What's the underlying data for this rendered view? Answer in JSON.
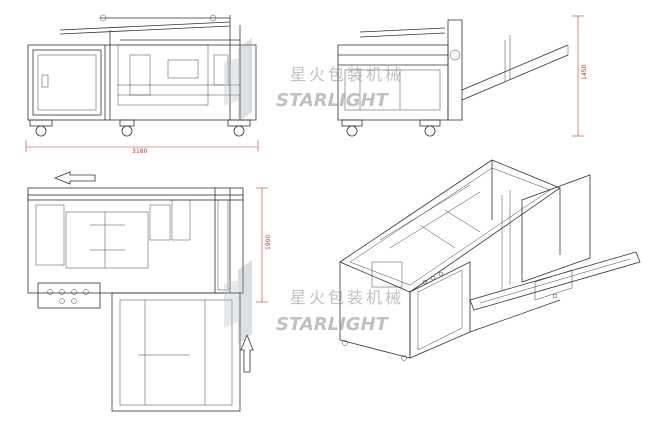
{
  "dimensions": {
    "front_width": "3180",
    "side_height": "1450",
    "top_depth": "1900"
  },
  "watermark": {
    "cn": "星火包装机械",
    "en": "STARLIGHT",
    "color": "#8a9096"
  },
  "colors": {
    "line": "#333333",
    "dimension": "#c0392b",
    "background": "#ffffff"
  }
}
